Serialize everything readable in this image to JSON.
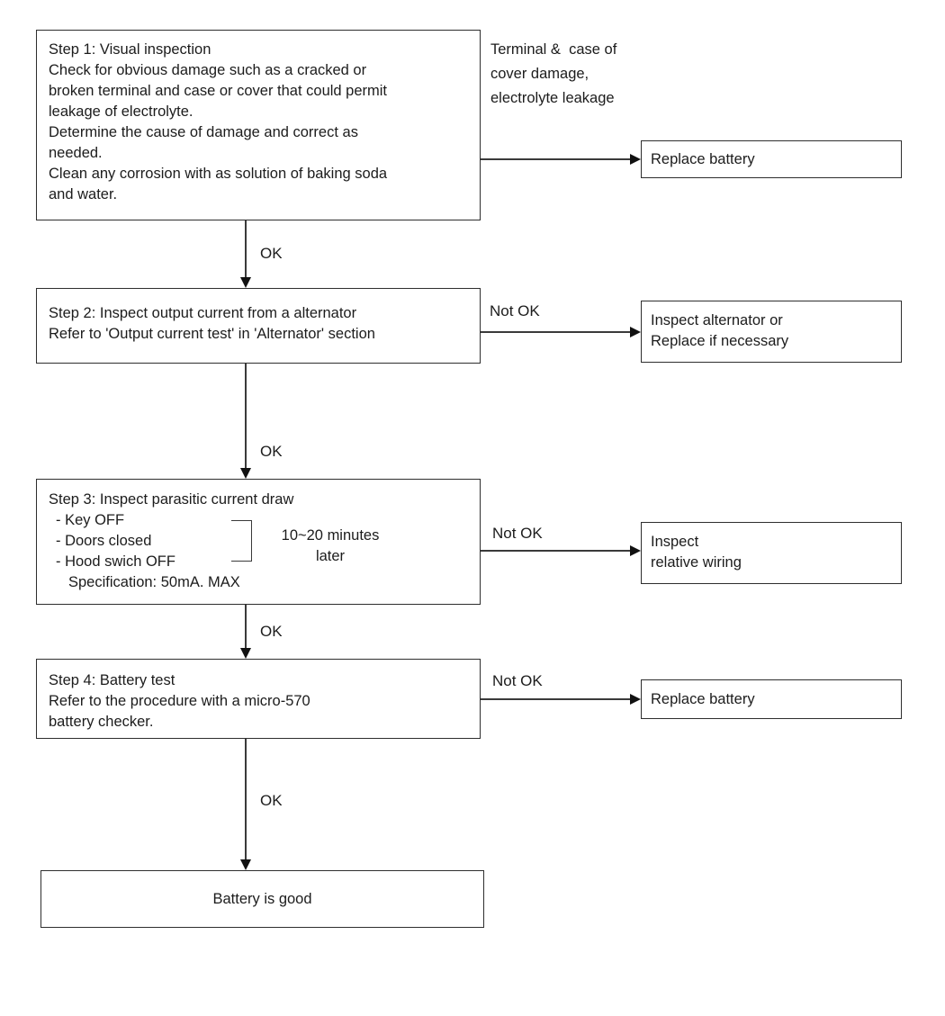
{
  "flowchart": {
    "nodes": {
      "step1": {
        "lines": [
          "Step 1: Visual inspection",
          "Check for obvious damage such as a cracked or",
          "broken terminal and case or cover that could permit",
          "leakage of electrolyte.",
          "Determine the cause of damage and correct as",
          "needed.",
          "Clean any corrosion with as solution of baking soda",
          "and water."
        ]
      },
      "step2": {
        "lines": [
          "Step 2: Inspect output current from a alternator",
          "Refer to 'Output current test' in 'Alternator' section"
        ]
      },
      "step3": {
        "title": "Step 3: Inspect parasitic current draw",
        "items": [
          "- Key OFF",
          "- Doors closed",
          "- Hood swich OFF"
        ],
        "spec": "Specification: 50mA. MAX",
        "note": [
          "10~20 minutes",
          "later"
        ]
      },
      "step4": {
        "lines": [
          "Step 4: Battery test",
          "Refer to the procedure with a micro-570",
          "battery checker."
        ]
      },
      "battery_good": {
        "label": "Battery is good"
      },
      "replace_battery_top": {
        "label": "Replace battery"
      },
      "inspect_alternator": {
        "lines": [
          "Inspect alternator or",
          "Replace if necessary"
        ]
      },
      "inspect_wiring": {
        "lines": [
          "Inspect",
          "relative wiring"
        ]
      },
      "replace_battery_bottom": {
        "label": "Replace battery"
      }
    },
    "annotations": {
      "terminal_note": {
        "lines": [
          "Terminal &  case of",
          "cover damage,",
          "electrolyte leakage"
        ]
      }
    },
    "edge_labels": {
      "ok1": "OK",
      "ok2": "OK",
      "ok3": "OK",
      "ok4": "OK",
      "not_ok_step2": "Not OK",
      "not_ok_step3": "Not OK",
      "not_ok_step4": "Not OK"
    },
    "colors": {
      "background": "#ffffff",
      "text": "#1c1c1c",
      "box_border": "#2e2e2e",
      "line": "#3a3a3a",
      "arrowhead": "#111111"
    }
  }
}
